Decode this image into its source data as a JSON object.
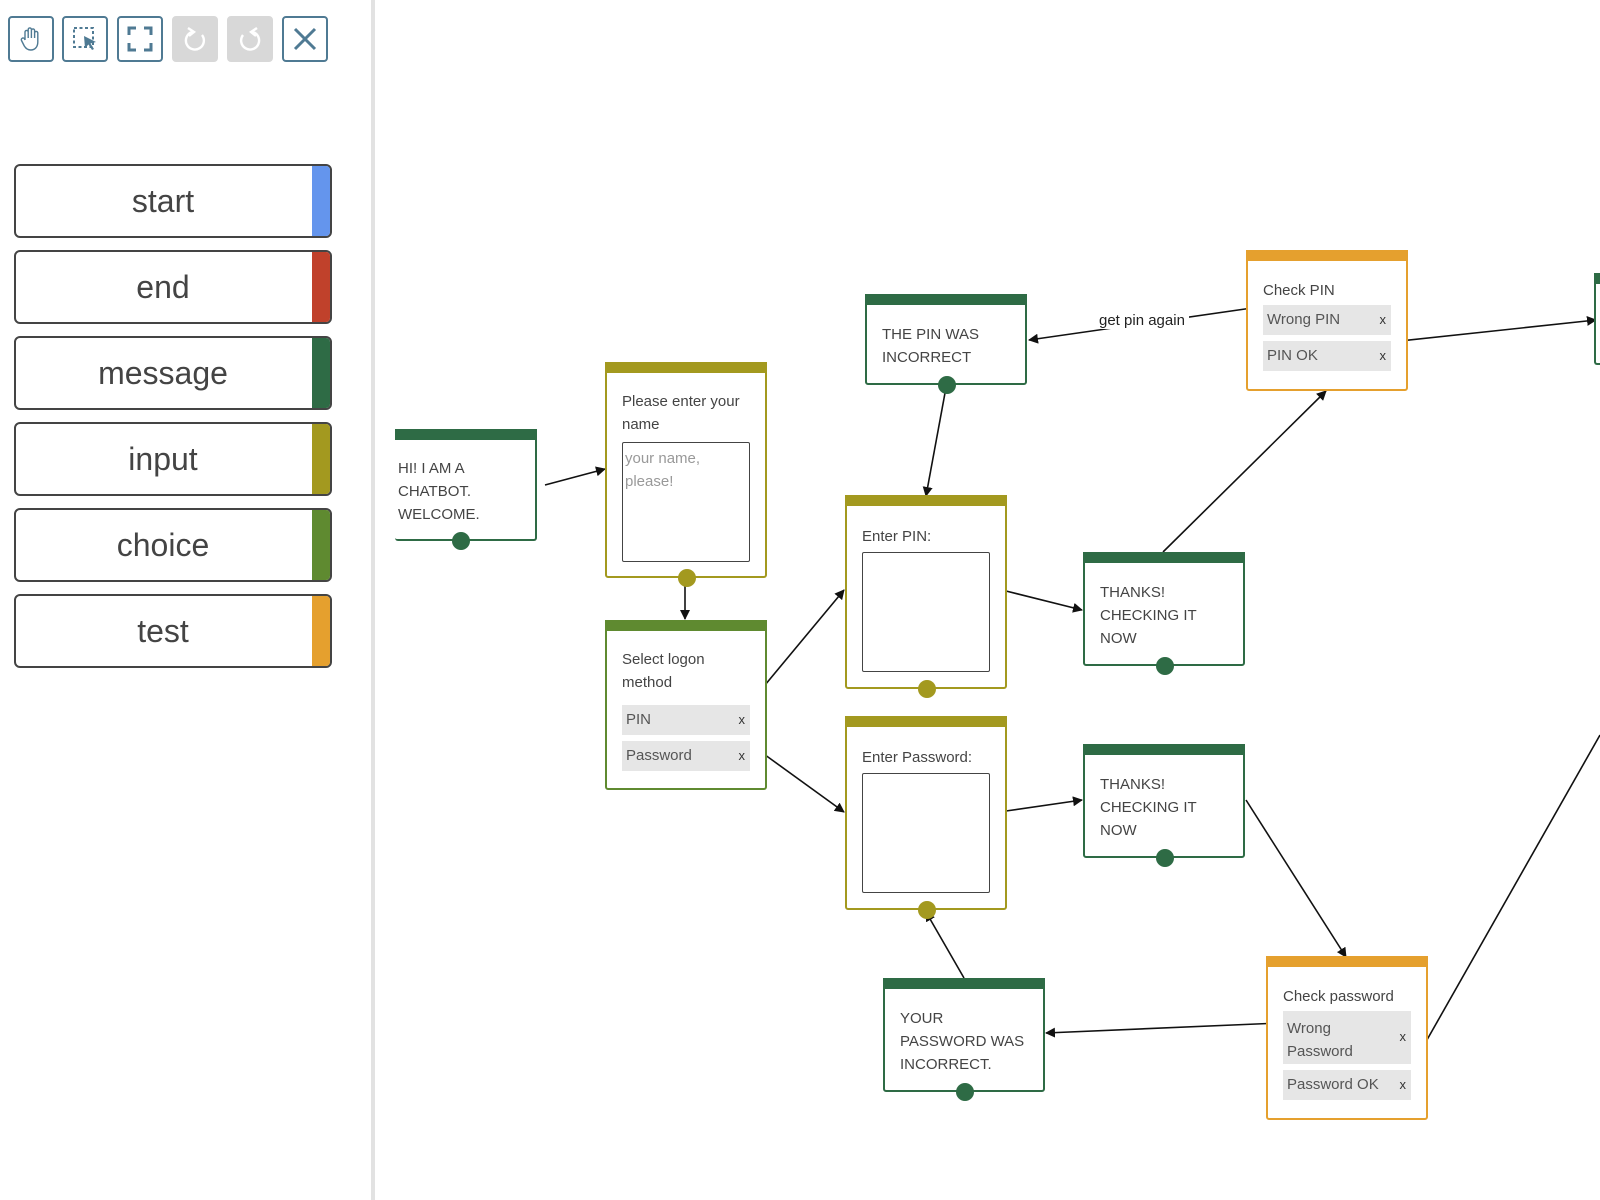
{
  "toolbar": {
    "buttons": [
      {
        "name": "pan-tool-button",
        "icon": "hand-icon",
        "disabled": false
      },
      {
        "name": "select-tool-button",
        "icon": "select-area-icon",
        "disabled": false
      },
      {
        "name": "fit-view-button",
        "icon": "fullscreen-icon",
        "disabled": false
      },
      {
        "name": "undo-button",
        "icon": "undo-icon",
        "disabled": true
      },
      {
        "name": "redo-button",
        "icon": "redo-icon",
        "disabled": true
      },
      {
        "name": "close-button",
        "icon": "close-icon",
        "disabled": false
      }
    ]
  },
  "palette": {
    "items": [
      {
        "label": "start",
        "color": "#6495ed"
      },
      {
        "label": "end",
        "color": "#c0412b"
      },
      {
        "label": "message",
        "color": "#2e6b45"
      },
      {
        "label": "input",
        "color": "#a3991f"
      },
      {
        "label": "choice",
        "color": "#5f8a30"
      },
      {
        "label": "test",
        "color": "#e5a02e"
      }
    ]
  },
  "colors": {
    "message": "#2e6b45",
    "input": "#a3991f",
    "choice": "#5f8a30",
    "test": "#e5a02e",
    "toolbar_border": "#4f7a93",
    "disabled": "#d8d8d8"
  },
  "nodes": {
    "welcome": {
      "text": "HI! I AM A CHATBOT. WELCOME."
    },
    "name_input": {
      "prompt": "Please enter your name",
      "placeholder": "your name, please!"
    },
    "logon_choice": {
      "prompt": "Select logon method",
      "options": [
        {
          "label": "PIN",
          "remove": "x"
        },
        {
          "label": "Password",
          "remove": "x"
        }
      ]
    },
    "pin_incorrect": {
      "text": "THE PIN WAS INCORRECT"
    },
    "enter_pin": {
      "prompt": "Enter PIN:",
      "placeholder": ""
    },
    "enter_password": {
      "prompt": "Enter Password:",
      "placeholder": ""
    },
    "thanks_pin": {
      "text": "THANKS! CHECKING IT NOW"
    },
    "thanks_password": {
      "text": "THANKS! CHECKING IT NOW"
    },
    "check_pin": {
      "title": "Check PIN",
      "options": [
        {
          "label": "Wrong PIN",
          "remove": "x"
        },
        {
          "label": "PIN OK",
          "remove": "x"
        }
      ]
    },
    "check_password": {
      "title": "Check password",
      "options": [
        {
          "label": "Wrong Password",
          "remove": "x"
        },
        {
          "label": "Password OK",
          "remove": "x"
        }
      ]
    },
    "password_incorrect": {
      "text": "YOUR PASSWORD WAS INCORRECT."
    }
  },
  "edge_labels": {
    "get_pin_again": "get pin again"
  }
}
